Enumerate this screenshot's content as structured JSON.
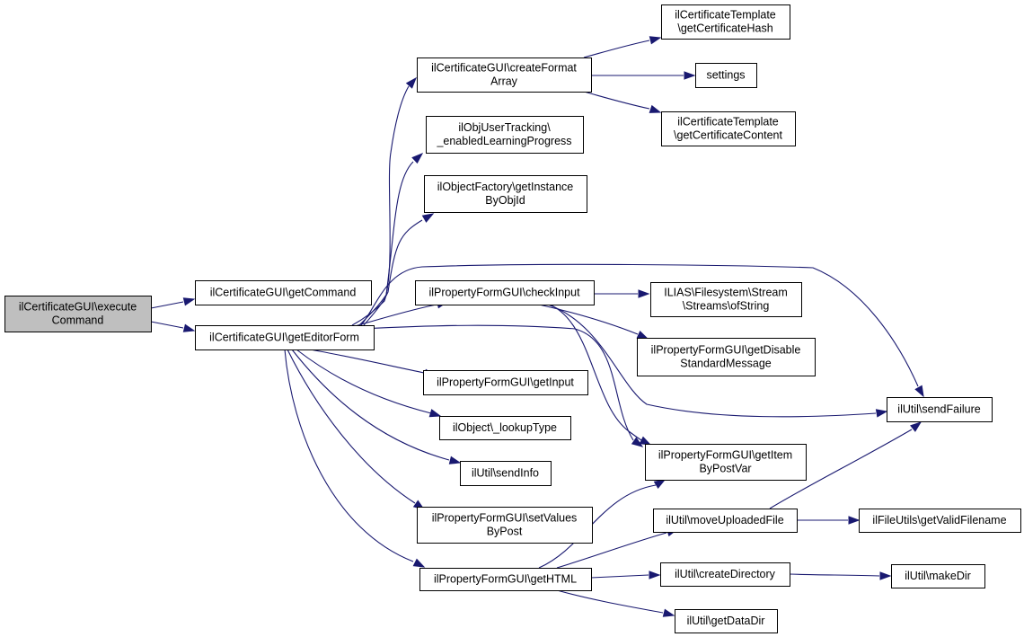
{
  "colors": {
    "edge": "#191970",
    "node_fill": "#ffffff",
    "root_fill": "#bfbfbf",
    "node_stroke": "#000000"
  },
  "nodes": [
    {
      "id": "execute",
      "lines": [
        "ilCertificateGUI\\execute",
        "Command"
      ],
      "root": true
    },
    {
      "id": "getCommand",
      "lines": [
        "ilCertificateGUI\\getCommand"
      ]
    },
    {
      "id": "getEditorForm",
      "lines": [
        "ilCertificateGUI\\getEditorForm"
      ]
    },
    {
      "id": "createFormatArray",
      "lines": [
        "ilCertificateGUI\\createFormat",
        "Array"
      ]
    },
    {
      "id": "getCertificateHash",
      "lines": [
        "ilCertificateTemplate",
        "\\getCertificateHash"
      ]
    },
    {
      "id": "settings",
      "lines": [
        "settings"
      ]
    },
    {
      "id": "getCertificateContent",
      "lines": [
        "ilCertificateTemplate",
        "\\getCertificateContent"
      ]
    },
    {
      "id": "enabledLearningProgress",
      "lines": [
        "ilObjUserTracking\\",
        "_enabledLearningProgress"
      ]
    },
    {
      "id": "getInstanceByObjId",
      "lines": [
        "ilObjectFactory\\getInstance",
        "ByObjId"
      ]
    },
    {
      "id": "checkInput",
      "lines": [
        "ilPropertyFormGUI\\checkInput"
      ]
    },
    {
      "id": "ofString",
      "lines": [
        "ILIAS\\Filesystem\\Stream",
        "\\Streams\\ofString"
      ]
    },
    {
      "id": "getDisableStandardMessage",
      "lines": [
        "ilPropertyFormGUI\\getDisable",
        "StandardMessage"
      ]
    },
    {
      "id": "getInput",
      "lines": [
        "ilPropertyFormGUI\\getInput"
      ]
    },
    {
      "id": "lookupType",
      "lines": [
        "ilObject\\_lookupType"
      ]
    },
    {
      "id": "sendInfo",
      "lines": [
        "ilUtil\\sendInfo"
      ]
    },
    {
      "id": "setValuesByPost",
      "lines": [
        "ilPropertyFormGUI\\setValues",
        "ByPost"
      ]
    },
    {
      "id": "getHTML",
      "lines": [
        "ilPropertyFormGUI\\getHTML"
      ]
    },
    {
      "id": "sendFailure",
      "lines": [
        "ilUtil\\sendFailure"
      ]
    },
    {
      "id": "getItemByPostVar",
      "lines": [
        "ilPropertyFormGUI\\getItem",
        "ByPostVar"
      ]
    },
    {
      "id": "moveUploadedFile",
      "lines": [
        "ilUtil\\moveUploadedFile"
      ]
    },
    {
      "id": "getValidFilename",
      "lines": [
        "ilFileUtils\\getValidFilename"
      ]
    },
    {
      "id": "createDirectory",
      "lines": [
        "ilUtil\\createDirectory"
      ]
    },
    {
      "id": "makeDir",
      "lines": [
        "ilUtil\\makeDir"
      ]
    },
    {
      "id": "getDataDir",
      "lines": [
        "ilUtil\\getDataDir"
      ]
    }
  ],
  "edges": [
    {
      "from": "execute",
      "to": "getCommand"
    },
    {
      "from": "execute",
      "to": "getEditorForm"
    },
    {
      "from": "getEditorForm",
      "to": "createFormatArray"
    },
    {
      "from": "createFormatArray",
      "to": "getCertificateHash"
    },
    {
      "from": "createFormatArray",
      "to": "settings"
    },
    {
      "from": "createFormatArray",
      "to": "getCertificateContent"
    },
    {
      "from": "getEditorForm",
      "to": "enabledLearningProgress"
    },
    {
      "from": "getEditorForm",
      "to": "getInstanceByObjId"
    },
    {
      "from": "getEditorForm",
      "to": "checkInput"
    },
    {
      "from": "getEditorForm",
      "to": "sendFailure"
    },
    {
      "from": "getEditorForm",
      "to": "getItemByPostVar"
    },
    {
      "from": "getEditorForm",
      "to": "getInput"
    },
    {
      "from": "getEditorForm",
      "to": "lookupType"
    },
    {
      "from": "getEditorForm",
      "to": "sendInfo"
    },
    {
      "from": "getEditorForm",
      "to": "setValuesByPost"
    },
    {
      "from": "getEditorForm",
      "to": "getHTML"
    },
    {
      "from": "checkInput",
      "to": "ofString"
    },
    {
      "from": "checkInput",
      "to": "getDisableStandardMessage"
    },
    {
      "from": "checkInput",
      "to": "sendFailure"
    },
    {
      "from": "checkInput",
      "to": "getItemByPostVar"
    },
    {
      "from": "getHTML",
      "to": "getItemByPostVar"
    },
    {
      "from": "getHTML",
      "to": "moveUploadedFile"
    },
    {
      "from": "getHTML",
      "to": "createDirectory"
    },
    {
      "from": "getHTML",
      "to": "getDataDir"
    },
    {
      "from": "moveUploadedFile",
      "to": "sendFailure"
    },
    {
      "from": "moveUploadedFile",
      "to": "getValidFilename"
    },
    {
      "from": "createDirectory",
      "to": "makeDir"
    }
  ]
}
